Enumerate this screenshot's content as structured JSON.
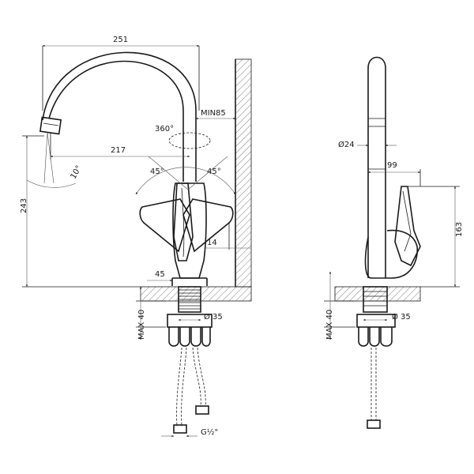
{
  "labels": {
    "width_total": "251",
    "min_clearance": "MIN85",
    "rotation": "360°",
    "reach": "217",
    "spout_tilt": "10°",
    "lever_left_angle": "45°",
    "lever_right_angle": "45°",
    "height_total": "243",
    "wall_gap": "14",
    "base_offset": "45",
    "base_diameter": "Ø 35",
    "max_thickness": "MAX 40",
    "thread": "G½\"",
    "side_spout_diameter": "Ø24",
    "side_depth": "99",
    "side_height": "163",
    "side_base_diameter": "Ø 35",
    "side_max_thickness": "MAX 40"
  }
}
